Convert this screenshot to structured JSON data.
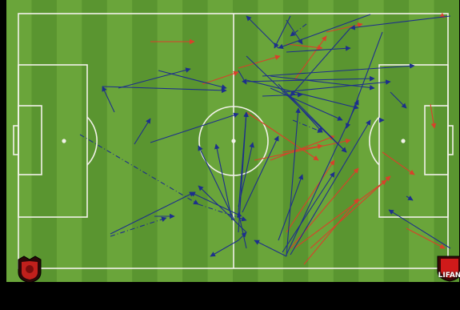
{
  "app": {
    "title": ""
  },
  "colors": {
    "grass_light": "#6aa53a",
    "grass_dark": "#5a9530",
    "line": "#f2f2ea",
    "pass_success": "#1d2f8c",
    "pass_failed": "#d9402a"
  },
  "badges": {
    "left": {
      "icon": "club-crest-icon",
      "label": ""
    },
    "right": {
      "icon": "club-crest-icon",
      "label": "LIFAN"
    }
  },
  "passes": {
    "successful": [
      [
        350,
        25,
        370,
        55
      ],
      [
        355,
        20,
        335,
        60
      ],
      [
        320,
        95,
        510,
        82
      ],
      [
        295,
        102,
        460,
        98
      ],
      [
        300,
        100,
        440,
        135
      ],
      [
        320,
        120,
        370,
        118
      ],
      [
        330,
        110,
        420,
        150
      ],
      [
        340,
        105,
        395,
        165
      ],
      [
        345,
        115,
        480,
        102
      ],
      [
        355,
        120,
        425,
        190
      ],
      [
        300,
        70,
        425,
        190
      ],
      [
        350,
        65,
        430,
        60
      ],
      [
        430,
        35,
        355,
        120
      ],
      [
        470,
        40,
        425,
        160
      ],
      [
        330,
        95,
        460,
        110
      ],
      [
        120,
        108,
        275,
        113
      ],
      [
        135,
        140,
        120,
        108
      ],
      [
        190,
        88,
        275,
        110
      ],
      [
        160,
        180,
        180,
        148
      ],
      [
        180,
        178,
        290,
        142
      ],
      [
        290,
        265,
        300,
        140
      ],
      [
        290,
        258,
        308,
        178
      ],
      [
        285,
        275,
        240,
        182
      ],
      [
        282,
        275,
        262,
        180
      ],
      [
        295,
        265,
        340,
        170
      ],
      [
        290,
        268,
        230,
        240
      ],
      [
        300,
        290,
        240,
        232
      ],
      [
        290,
        300,
        255,
        320
      ],
      [
        290,
        290,
        300,
        140
      ],
      [
        300,
        310,
        290,
        265
      ],
      [
        350,
        320,
        310,
        300
      ],
      [
        350,
        320,
        365,
        135
      ],
      [
        350,
        318,
        440,
        125
      ],
      [
        345,
        315,
        410,
        215
      ],
      [
        355,
        318,
        455,
        150
      ],
      [
        340,
        300,
        370,
        218
      ],
      [
        130,
        292,
        235,
        240
      ],
      [
        185,
        270,
        210,
        270
      ],
      [
        480,
        115,
        500,
        135
      ],
      [
        555,
        310,
        478,
        262
      ],
      [
        500,
        245,
        508,
        250
      ],
      [
        470,
        150,
        472,
        150
      ],
      [
        555,
        20,
        430,
        35
      ],
      [
        290,
        300,
        300,
        290
      ],
      [
        290,
        88,
        300,
        105
      ],
      [
        455,
        18,
        340,
        60
      ],
      [
        140,
        110,
        230,
        86
      ],
      [
        340,
        60,
        300,
        20
      ]
    ],
    "failed": [
      [
        180,
        52,
        235,
        52
      ],
      [
        245,
        105,
        290,
        90
      ],
      [
        290,
        85,
        342,
        70
      ],
      [
        350,
        55,
        395,
        60
      ],
      [
        360,
        100,
        400,
        45
      ],
      [
        400,
        40,
        445,
        30
      ],
      [
        310,
        200,
        430,
        175
      ],
      [
        345,
        190,
        395,
        182
      ],
      [
        300,
        140,
        390,
        200
      ],
      [
        330,
        200,
        410,
        170
      ],
      [
        350,
        290,
        410,
        200
      ],
      [
        355,
        310,
        440,
        210
      ],
      [
        360,
        310,
        475,
        225
      ],
      [
        380,
        310,
        480,
        220
      ],
      [
        372,
        330,
        440,
        248
      ],
      [
        500,
        285,
        548,
        310
      ],
      [
        530,
        130,
        535,
        160
      ],
      [
        470,
        190,
        510,
        218
      ],
      [
        545,
        20,
        548,
        22
      ]
    ],
    "dashed": [
      [
        92,
        168,
        240,
        255
      ],
      [
        240,
        255,
        300,
        275
      ],
      [
        130,
        295,
        200,
        272
      ],
      [
        375,
        30,
        355,
        45
      ],
      [
        358,
        150,
        395,
        165
      ]
    ]
  }
}
